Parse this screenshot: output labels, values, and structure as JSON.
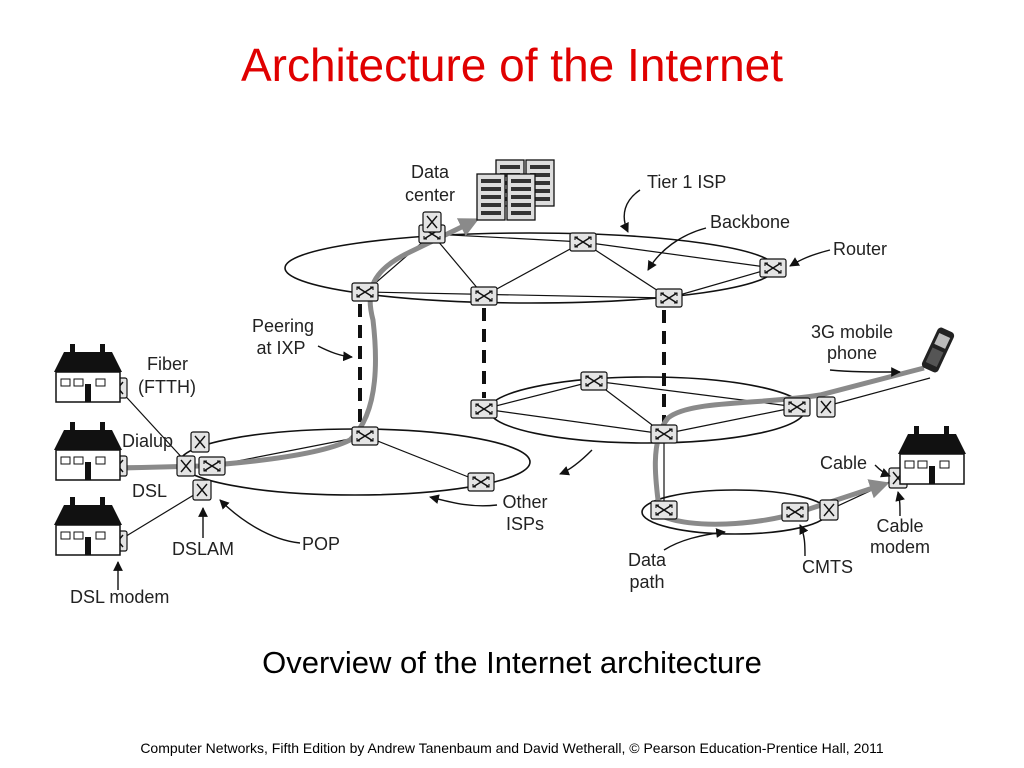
{
  "slide": {
    "title": "Architecture of the Internet",
    "caption": "Overview of the Internet architecture",
    "credit": "Computer Networks, Fifth Edition by Andrew Tanenbaum and David Wetherall, © Pearson Education-Prentice Hall, 2011"
  },
  "diagram": {
    "labels": {
      "data_center_1": "Data",
      "data_center_2": "center",
      "tier1_isp": "Tier 1 ISP",
      "backbone": "Backbone",
      "router": "Router",
      "peering_1": "Peering",
      "peering_2": "at IXP",
      "mobile_1": "3G mobile",
      "mobile_2": "phone",
      "fiber_1": "Fiber",
      "fiber_2": "(FTTH)",
      "dialup": "Dialup",
      "dsl": "DSL",
      "dslam": "DSLAM",
      "pop": "POP",
      "dsl_modem": "DSL modem",
      "other_isps_1": "Other",
      "other_isps_2": "ISPs",
      "cable": "Cable",
      "cable_modem_1": "Cable",
      "cable_modem_2": "modem",
      "data_path_1": "Data",
      "data_path_2": "path",
      "cmts": "CMTS"
    },
    "colors": {
      "title": "#e00000",
      "line": "#111111",
      "data_path": "#8a8a8a",
      "router_fill": "#e4e4e4"
    },
    "icons": [
      "router-icon",
      "server-rack-icon",
      "house-icon",
      "mobile-phone-icon",
      "arrow-icon"
    ]
  }
}
